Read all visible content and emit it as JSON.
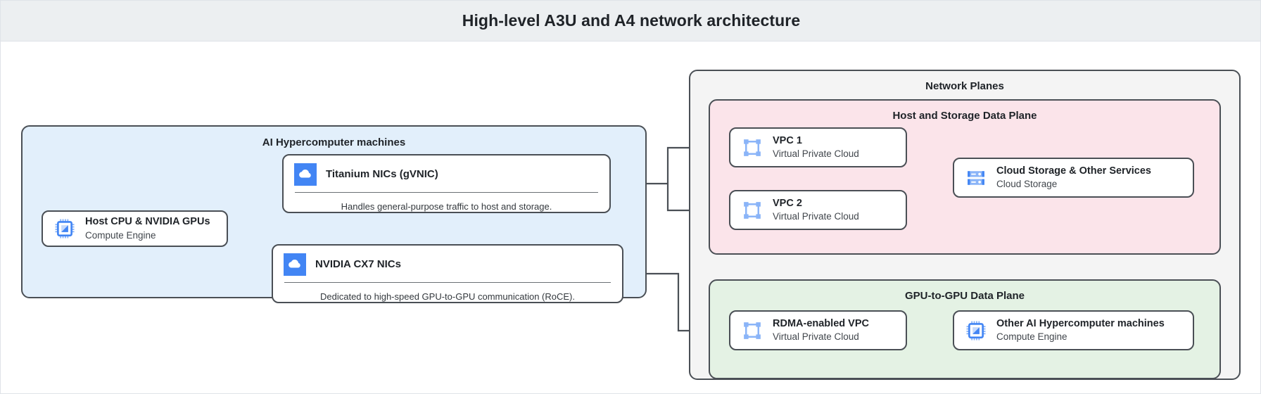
{
  "header": {
    "title": "High-level A3U and A4 network architecture"
  },
  "groups": {
    "hypercomputer": {
      "title": "AI Hypercomputer machines",
      "fill": "#e2effb"
    },
    "network_planes": {
      "title": "Network Planes",
      "fill": "#f4f4f4"
    },
    "host_storage_plane": {
      "title": "Host and Storage Data Plane",
      "fill": "#fbe4ea"
    },
    "gpu_plane": {
      "title": "GPU-to-GPU Data Plane",
      "fill": "#e4f2e4"
    }
  },
  "nodes": {
    "host_cpu": {
      "title": "Host CPU & NVIDIA GPUs",
      "subtitle": "Compute Engine",
      "icon": "compute-engine-chip-icon"
    },
    "titanium_nics": {
      "title": "Titanium NICs (gVNIC)",
      "description": "Handles general-purpose traffic to host and storage.",
      "icon": "cloud-icon"
    },
    "cx7_nics": {
      "title": "NVIDIA CX7 NICs",
      "description": "Dedicated to high-speed GPU-to-GPU communication (RoCE).",
      "icon": "cloud-icon"
    },
    "vpc1": {
      "title": "VPC 1",
      "subtitle": "Virtual Private Cloud",
      "icon": "vpc-icon"
    },
    "vpc2": {
      "title": "VPC 2",
      "subtitle": "Virtual Private Cloud",
      "icon": "vpc-icon"
    },
    "cloud_storage": {
      "title": "Cloud Storage & Other Services",
      "subtitle": "Cloud Storage",
      "icon": "cloud-storage-icon"
    },
    "rdma_vpc": {
      "title": "RDMA-enabled VPC",
      "subtitle": "Virtual Private Cloud",
      "icon": "vpc-icon"
    },
    "other_machines": {
      "title": "Other AI Hypercomputer machines",
      "subtitle": "Compute Engine",
      "icon": "compute-engine-chip-icon"
    }
  },
  "colors": {
    "header_bg": "#eceff1",
    "border": "#4a4f55",
    "icon_blue": "#4285f4",
    "icon_blue_light": "#8ab4f8",
    "connector": "#4a4f55",
    "hypercomputer_fill": "#e2effb",
    "network_planes_fill": "#f4f4f4",
    "host_storage_fill": "#fbe4ea",
    "gpu_plane_fill": "#e4f2e4"
  },
  "connections": [
    {
      "from": "host_cpu",
      "to": "titanium_nics",
      "arrow": true
    },
    {
      "from": "host_cpu",
      "to": "cx7_nics",
      "arrow": true
    },
    {
      "from": "titanium_nics",
      "to": "vpc1",
      "arrow": true
    },
    {
      "from": "titanium_nics",
      "to": "vpc2",
      "arrow": true
    },
    {
      "from": "cx7_nics",
      "to": "rdma_vpc",
      "arrow": true
    },
    {
      "from": "vpc1",
      "to": "cloud_storage",
      "arrow": true
    },
    {
      "from": "vpc2",
      "to": "cloud_storage",
      "arrow": true
    },
    {
      "from": "rdma_vpc",
      "to": "other_machines",
      "arrow": true
    }
  ]
}
